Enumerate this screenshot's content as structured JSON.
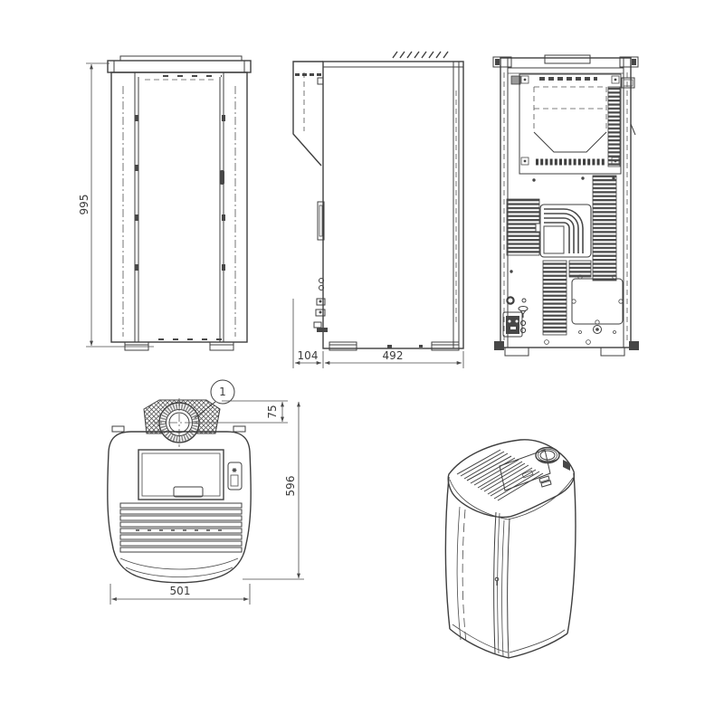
{
  "drawing": {
    "dimensions": {
      "height": "995",
      "rear_depth": "104",
      "body_depth": "492",
      "flue_offset": "75",
      "total_depth": "596",
      "width": "501"
    },
    "callout": {
      "flue_number": "1"
    },
    "colors": {
      "line": "#3f3f3f",
      "dimension": "#4a4a4a",
      "background": "#ffffff"
    }
  }
}
